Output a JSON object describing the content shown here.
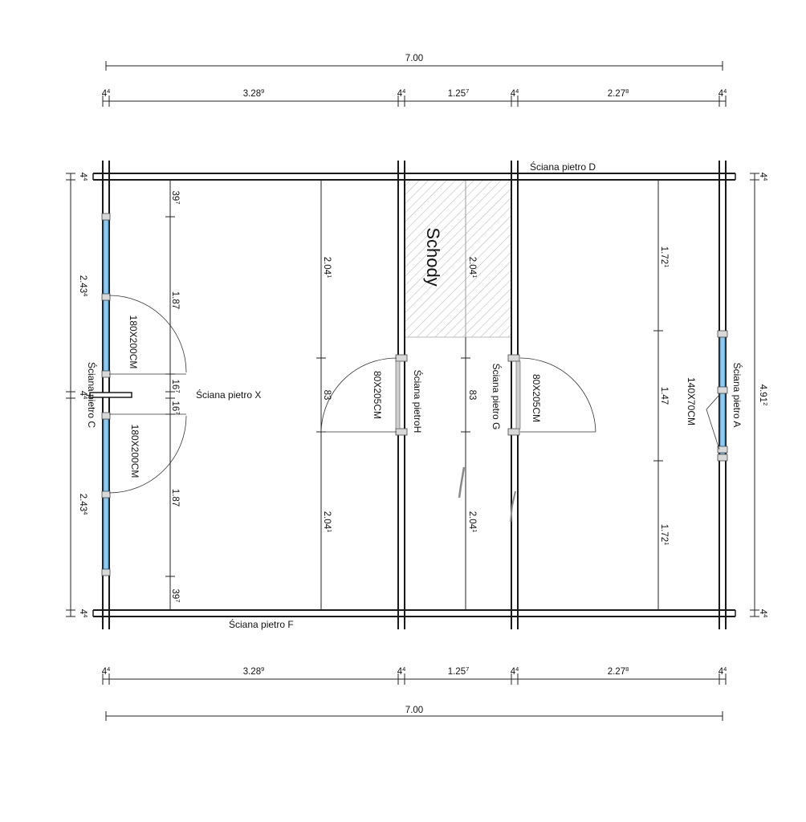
{
  "dimensions": {
    "overall_top": "7.00",
    "overall_bottom": "7.00",
    "segments_top": [
      {
        "main": "4",
        "sup": "4"
      },
      {
        "main": "3.28",
        "sup": "9"
      },
      {
        "main": "4",
        "sup": "4"
      },
      {
        "main": "1.25",
        "sup": "7"
      },
      {
        "main": "4",
        "sup": "4"
      },
      {
        "main": "2.27",
        "sup": "8"
      },
      {
        "main": "4",
        "sup": "4"
      }
    ],
    "segments_bottom": [
      {
        "main": "4",
        "sup": "4"
      },
      {
        "main": "3.28",
        "sup": "9"
      },
      {
        "main": "4",
        "sup": "4"
      },
      {
        "main": "1.25",
        "sup": "7"
      },
      {
        "main": "4",
        "sup": "4"
      },
      {
        "main": "2.27",
        "sup": "8"
      },
      {
        "main": "4",
        "sup": "4"
      }
    ],
    "left": [
      {
        "main": "4",
        "sup": "4"
      },
      {
        "main": "2.43",
        "sup": "4"
      },
      {
        "main": "4",
        "sup": "4"
      },
      {
        "main": "2.43",
        "sup": "4"
      },
      {
        "main": "4",
        "sup": "4"
      }
    ],
    "right": [
      {
        "main": "4",
        "sup": "4"
      },
      {
        "main": "4.91",
        "sup": "2"
      },
      {
        "main": "4",
        "sup": "4"
      }
    ],
    "window_left": [
      {
        "main": "39",
        "sup": "7"
      },
      {
        "main": "1.87",
        "sup": ""
      },
      {
        "main": "16",
        "sup": "7"
      },
      {
        "main": "16",
        "sup": "7"
      },
      {
        "main": "1.87",
        "sup": ""
      },
      {
        "main": "39",
        "sup": "7"
      }
    ],
    "room_mid_left": [
      {
        "main": "2.04",
        "sup": "1"
      },
      {
        "main": "83",
        "sup": ""
      },
      {
        "main": "2.04",
        "sup": "1"
      }
    ],
    "room_mid": [
      {
        "main": "2.04",
        "sup": "1"
      },
      {
        "main": "83",
        "sup": ""
      },
      {
        "main": "2.04",
        "sup": "1"
      }
    ],
    "room_right": [
      {
        "main": "1.72",
        "sup": "1"
      },
      {
        "main": "1.47",
        "sup": ""
      },
      {
        "main": "1.72",
        "sup": "1"
      }
    ]
  },
  "walls": {
    "top": "Ściana pietro D",
    "bottom": "Ściana pietro F",
    "left": "Ściana pietro C",
    "right": "Ściana pietro A",
    "partition_x": "Ściana pietro X",
    "partition_h": "Ściana pietroH",
    "partition_g": "Ściana pietro G"
  },
  "openings": {
    "window_left_upper": "180X200CM",
    "window_left_lower": "180X200CM",
    "door_h": "80X205CM",
    "door_g": "80X205CM",
    "window_right": "140X70CM"
  },
  "stairs_label": "Schody",
  "colors": {
    "wall": "#1a1a1a",
    "glass": "#8ec9ef",
    "hatch": "#b0b0b0",
    "dim_line": "#222222"
  }
}
